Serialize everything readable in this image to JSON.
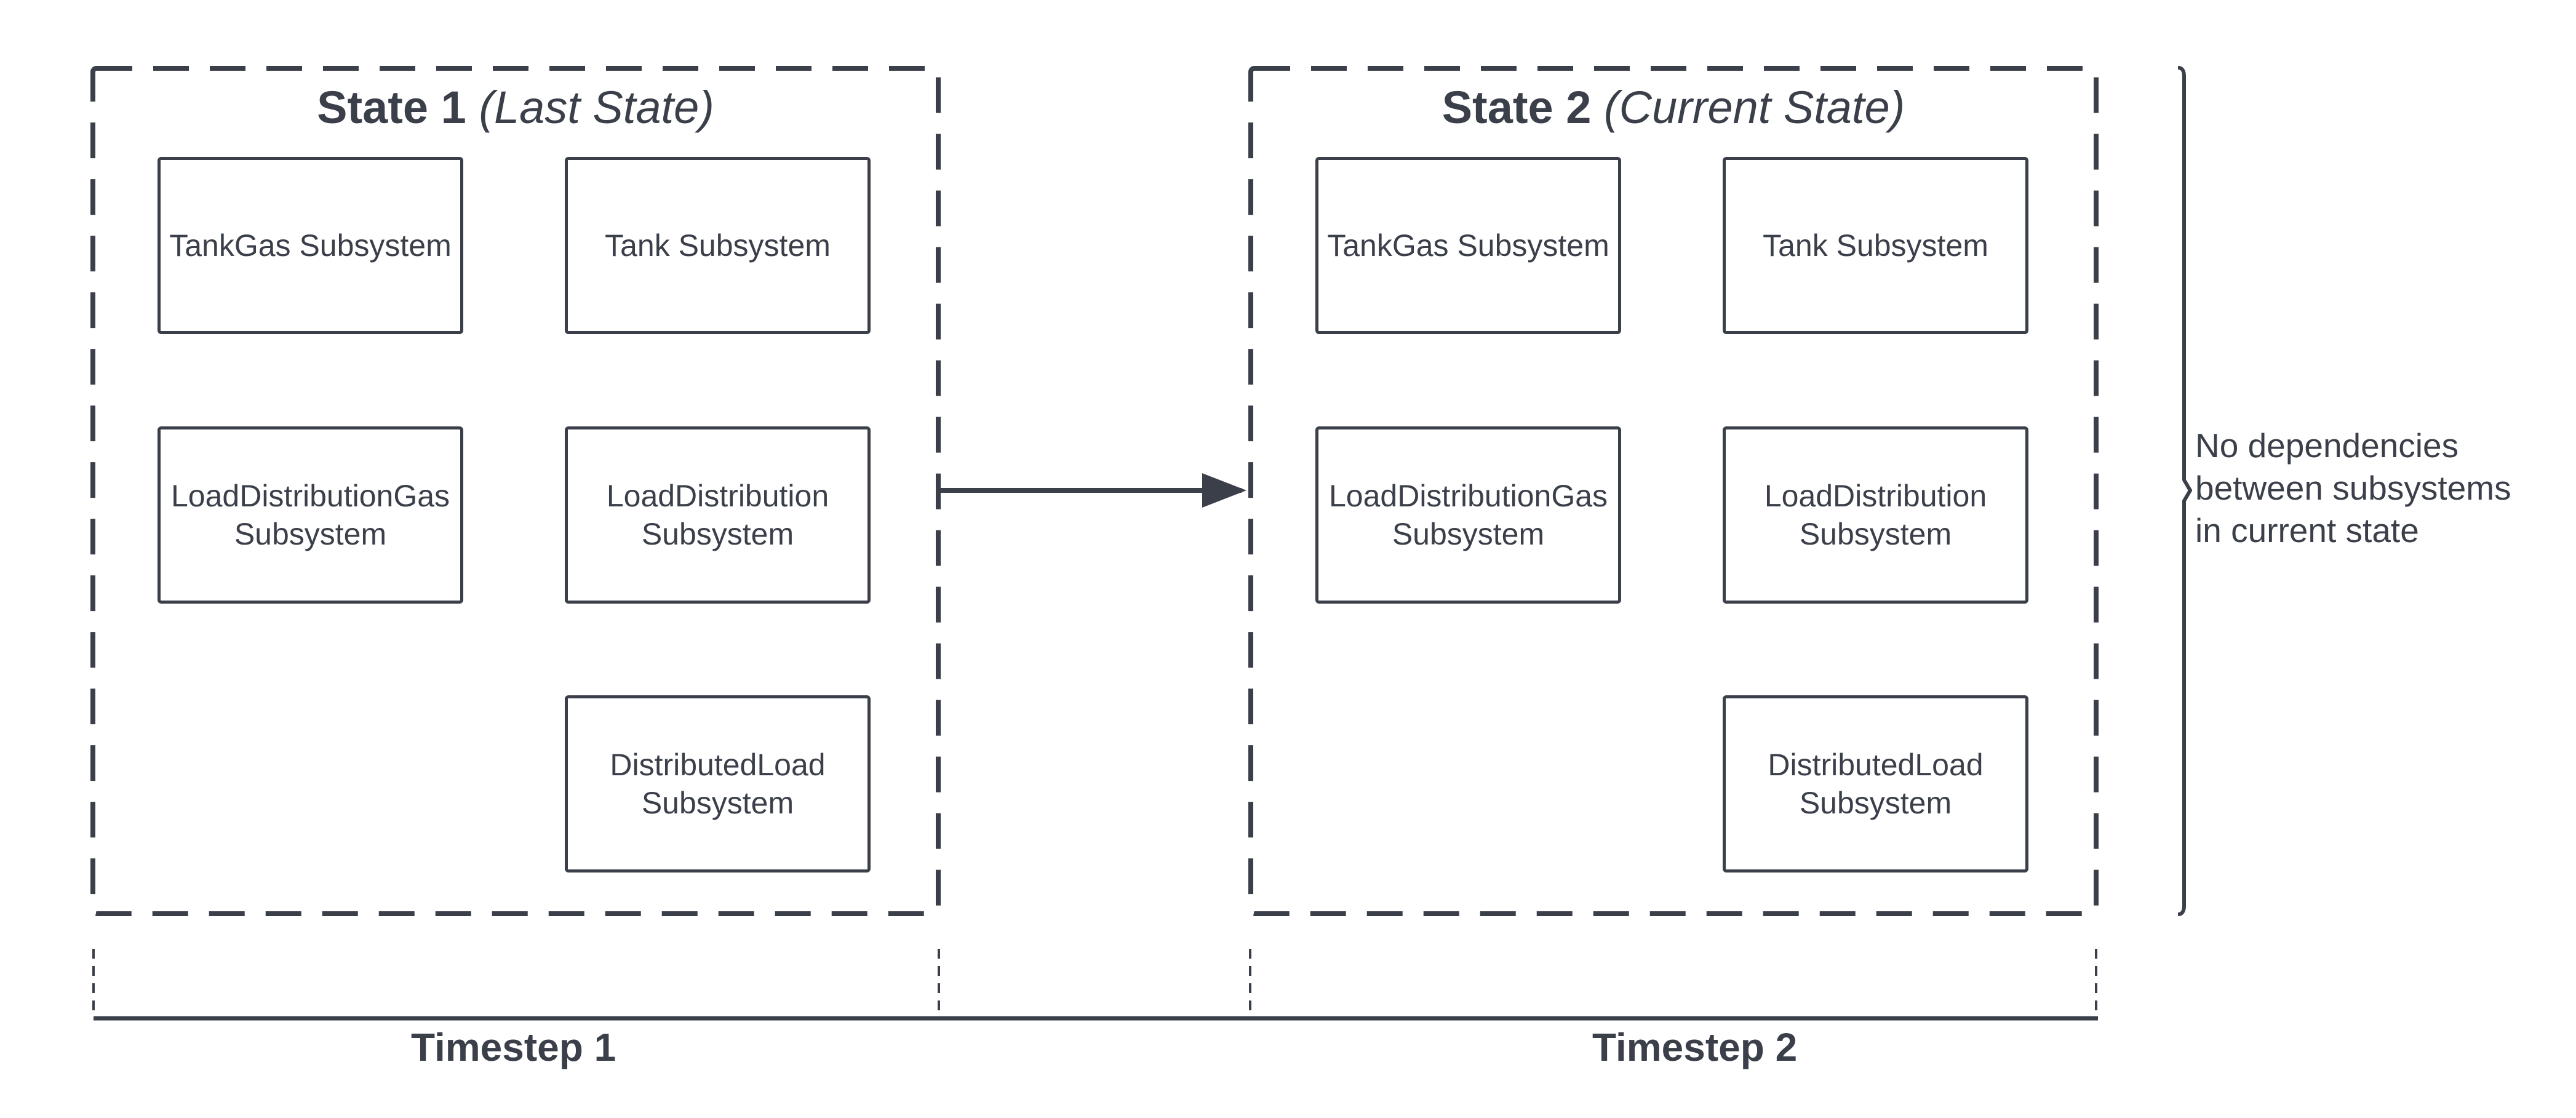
{
  "states": [
    {
      "title_bold": "State 1",
      "title_italic": "(Last State)",
      "boxes": [
        "TankGas Subsystem",
        "Tank Subsystem",
        "LoadDistributionGas\nSubsystem",
        "LoadDistribution\nSubsystem",
        "DistributedLoad\nSubsystem"
      ]
    },
    {
      "title_bold": "State 2",
      "title_italic": "(Current State)",
      "boxes": [
        "TankGas Subsystem",
        "Tank Subsystem",
        "LoadDistributionGas\nSubsystem",
        "LoadDistribution\nSubsystem",
        "DistributedLoad\nSubsystem"
      ]
    }
  ],
  "note": "No dependencies\nbetween subsystems\nin current state",
  "timesteps": [
    "Timestep 1",
    "Timestep 2"
  ],
  "colors": {
    "stroke": "#3a3f4a",
    "background": "#ffffff"
  }
}
